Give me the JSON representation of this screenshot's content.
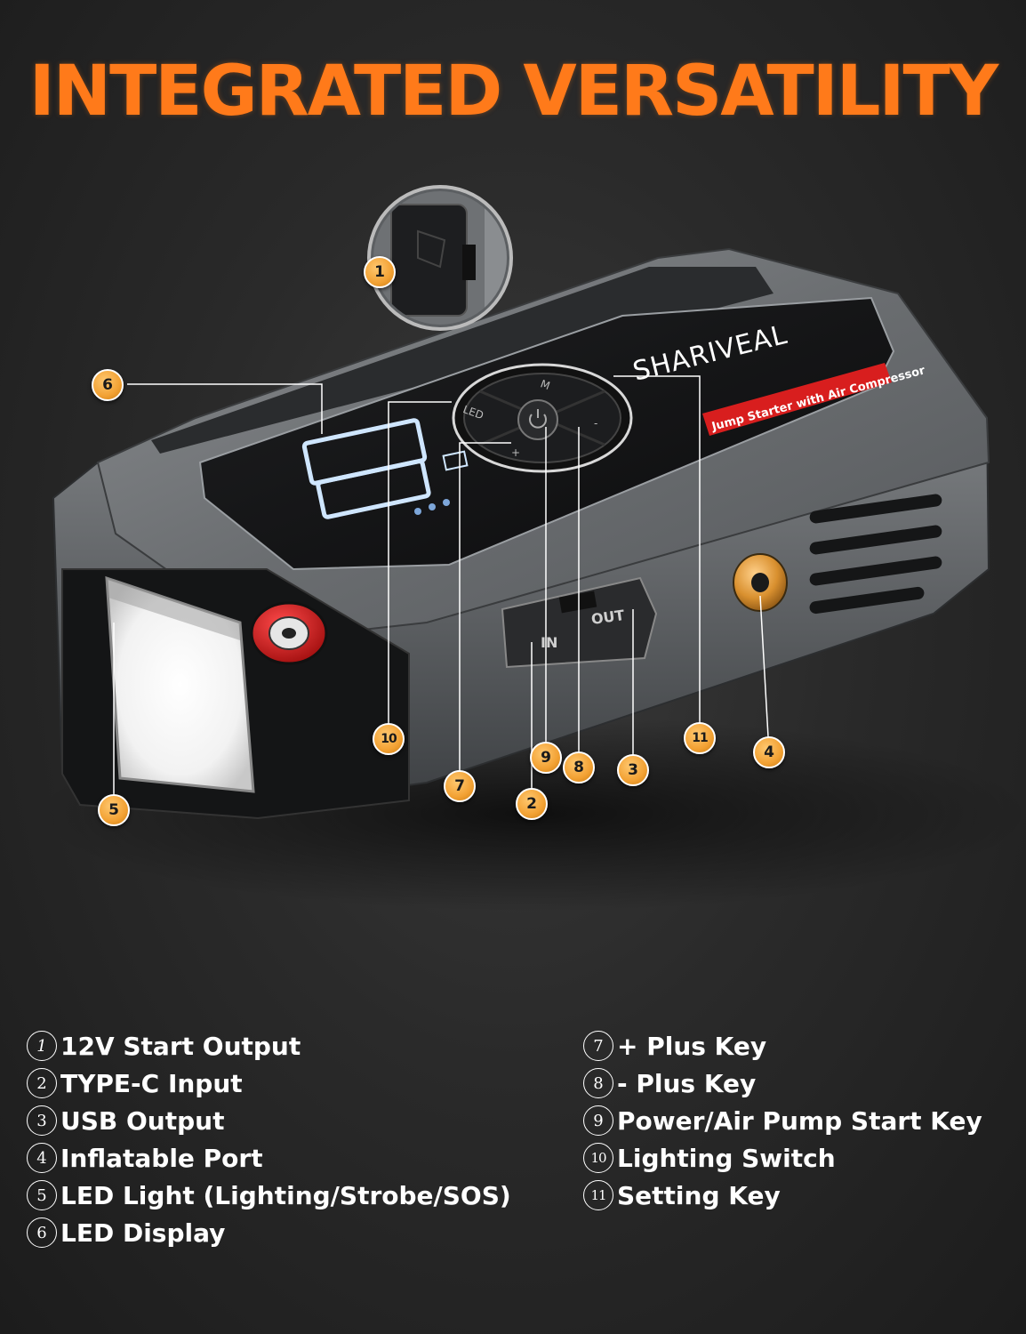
{
  "title": "INTEGRATED VERSATILITY",
  "device": {
    "brand": "SHARIVEAL",
    "tag": "Jump Starter with Air Compressor",
    "port_in": "IN",
    "port_out": "OUT",
    "btn_led": "LED",
    "btn_m": "M",
    "btn_plus": "+",
    "btn_minus": "-"
  },
  "callouts": [
    "1",
    "2",
    "3",
    "4",
    "5",
    "6",
    "7",
    "8",
    "9",
    "10",
    "11"
  ],
  "legend": {
    "left": [
      {
        "num": "1",
        "label": "12V Start Output"
      },
      {
        "num": "2",
        "label": "TYPE-C Input"
      },
      {
        "num": "3",
        "label": "USB Output"
      },
      {
        "num": "4",
        "label": "Inflatable Port"
      },
      {
        "num": "5",
        "label": "LED Light (Lighting/Strobe/SOS)"
      },
      {
        "num": "6",
        "label": "LED Display"
      }
    ],
    "right": [
      {
        "num": "7",
        "label": "+ Plus Key"
      },
      {
        "num": "8",
        "label": "- Plus Key"
      },
      {
        "num": "9",
        "label": "Power/Air Pump Start Key"
      },
      {
        "num": "10",
        "label": "Lighting Switch"
      },
      {
        "num": "11",
        "label": "Setting Key"
      }
    ]
  },
  "colors": {
    "title": "#ff7a1a",
    "badge": "#f2a133",
    "tag": "#d81e1e",
    "body": "#6f7275"
  }
}
